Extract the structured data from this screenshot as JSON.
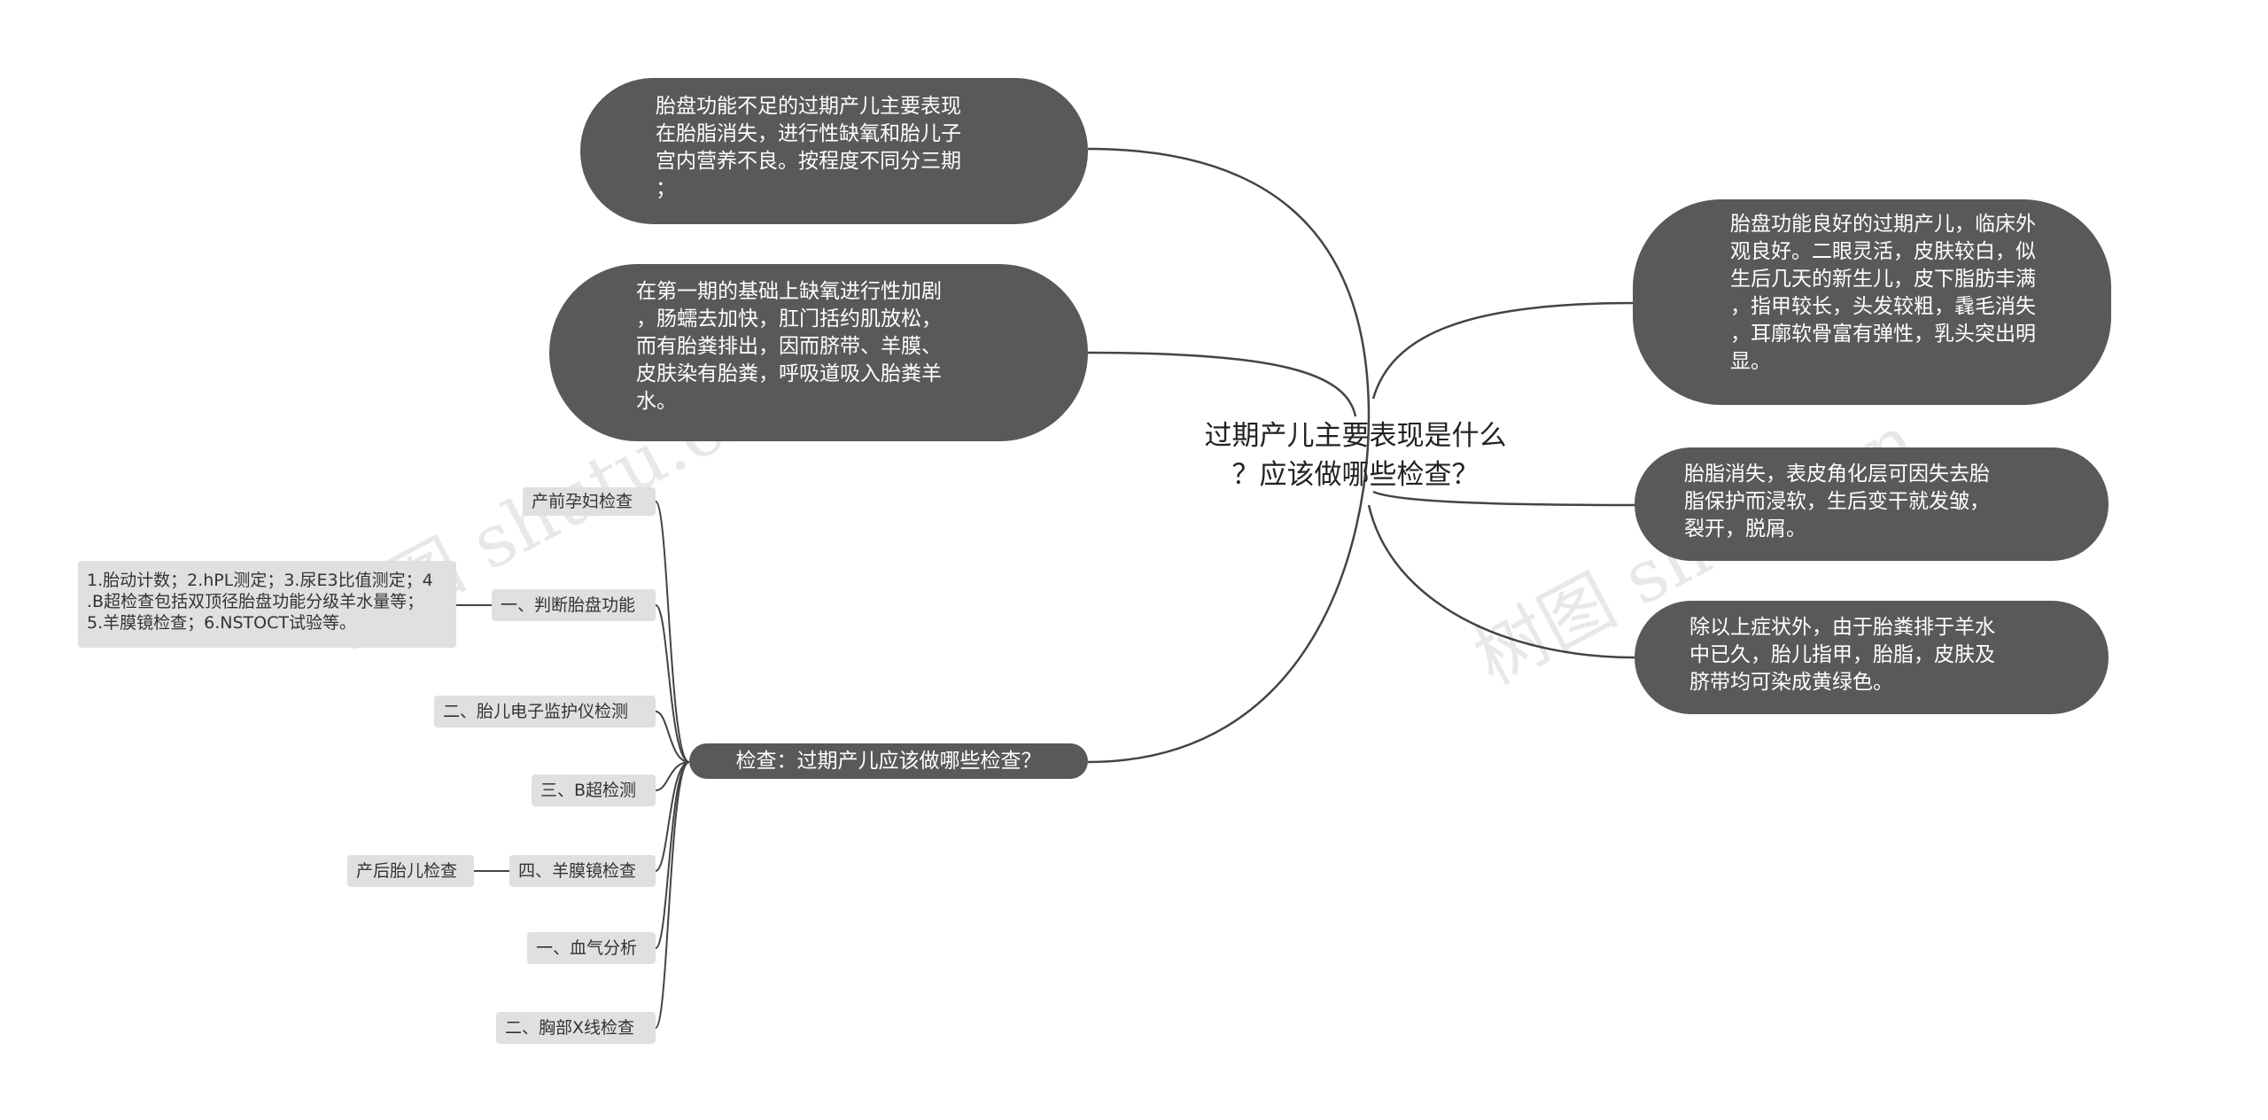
{
  "watermark": "树图 shutu.cn",
  "center_topic": "过期产儿主要表现是什么\n？应该做哪些检查？",
  "top_left": [
    {
      "text": "胎盘功能不足的过期产儿主要表现\n在胎脂消失，进行性缺氧和胎儿子\n宫内营养不良。按程度不同分三期\n；"
    },
    {
      "text": "在第一期的基础上缺氧进行性加剧\n，肠蠕去加快，肛门括约肌放松，\n而有胎粪排出，因而脐带、羊膜、\n皮肤染有胎粪，呼吸道吸入胎粪羊\n水。"
    }
  ],
  "right": [
    {
      "text": "胎盘功能良好的过期产儿，临床外\n观良好。二眼灵活，皮肤较白，似\n生后几天的新生儿，皮下脂肪丰满\n，指甲较长，头发较粗，毳毛消失\n，耳廓软骨富有弹性，乳头突出明\n显。"
    },
    {
      "text": "胎脂消失，表皮角化层可因失去胎\n脂保护而浸软，生后变干就发皱，\n裂开，脱屑。"
    },
    {
      "text": "除以上症状外，由于胎粪排于羊水\n中已久，胎儿指甲，胎脂，皮肤及\n脐带均可染成黄绿色。"
    }
  ],
  "check_branch": {
    "label": "检查：过期产儿应该做哪些检查？",
    "items": [
      {
        "label": "产前孕妇检查"
      },
      {
        "label": "一、判断胎盘功能",
        "detail": "1.胎动计数；2.hPL测定；3.尿E3比值测定；4\n.B超检查包括双顶径胎盘功能分级羊水量等；\n5.羊膜镜检查；6.NSTOCT试验等。"
      },
      {
        "label": "二、胎儿电子监护仪检测"
      },
      {
        "label": "三、B超检测"
      },
      {
        "label": "四、羊膜镜检查",
        "detail": "产后胎儿检查"
      },
      {
        "label": "一、血气分析"
      },
      {
        "label": "二、胸部X线检查"
      }
    ]
  },
  "colors": {
    "node_dark": "#595959",
    "node_light": "#e0e0e0",
    "line": "#444444",
    "background": "#ffffff"
  }
}
